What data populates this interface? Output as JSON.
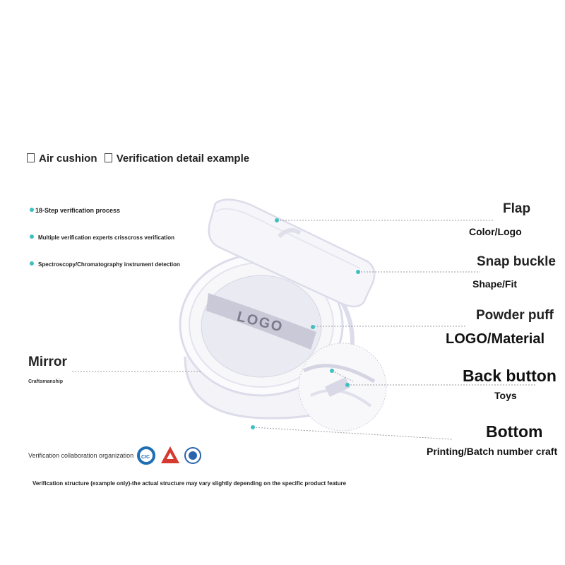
{
  "header": {
    "title": "Air cushion",
    "subtitle": "Verification detail example"
  },
  "bullets": [
    "18-Step verification process",
    "Multiple verification experts crisscross verification",
    "Spectroscopy/Chromatography instrument detection"
  ],
  "parts": {
    "flap": {
      "name": "Flap",
      "detail": "Color/Logo"
    },
    "snap": {
      "name": "Snap buckle",
      "detail": "Shape/Fit"
    },
    "puff": {
      "name": "Powder puff",
      "detail": "LOGO/Material"
    },
    "mirror": {
      "name": "Mirror",
      "detail": "Craftsmanship"
    },
    "back": {
      "name": "Back button",
      "detail": "Toys"
    },
    "bottom": {
      "name": "Bottom",
      "detail": "Printing/Batch number craft"
    }
  },
  "puff_logo": "LOGO",
  "orgs_label": "Verification collaboration organization",
  "footer_note": "Verification structure (example only)-the actual structure may vary slightly depending on the specific product feature",
  "colors": {
    "accent": "#3fbfbf",
    "outline": "#dcdcea",
    "puff_band": "#c9c9d8"
  }
}
